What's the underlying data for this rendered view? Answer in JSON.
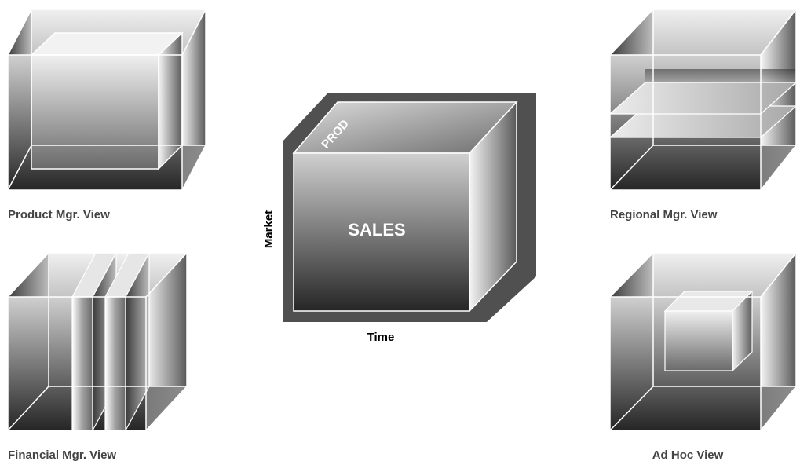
{
  "views": {
    "product": "Product Mgr. View",
    "regional": "Regional Mgr. View",
    "financial": "Financial Mgr. View",
    "adhoc": "Ad Hoc View"
  },
  "cube": {
    "face_label": "SALES",
    "top_label": "PROD",
    "vertical_axis": "Market",
    "horizontal_axis": "Time"
  },
  "colors": {
    "line": "#ffffff",
    "frame": "#505050",
    "dark": "#2f2f2f",
    "light": "#e8e8e8"
  }
}
